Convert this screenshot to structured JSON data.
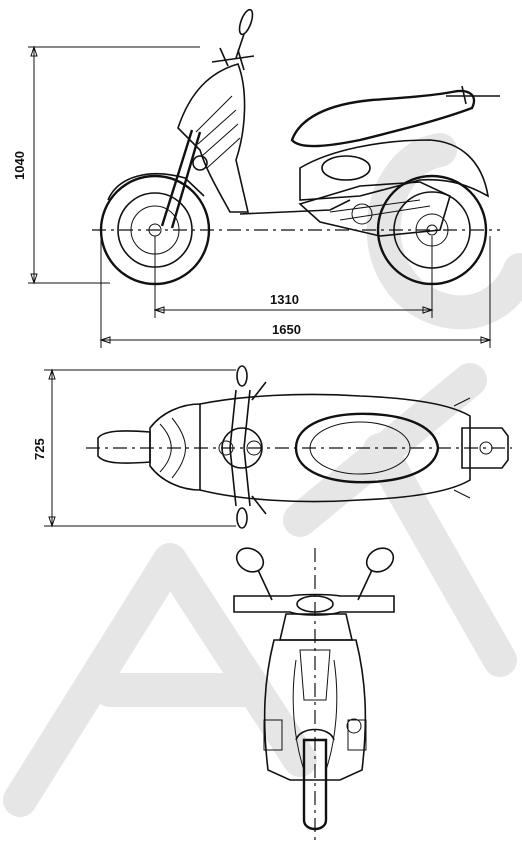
{
  "dimensions": {
    "overall_height": "1040",
    "wheelbase": "1310",
    "overall_length": "1650",
    "overall_width": "725"
  },
  "views": [
    "side-view",
    "top-view",
    "front-view"
  ]
}
